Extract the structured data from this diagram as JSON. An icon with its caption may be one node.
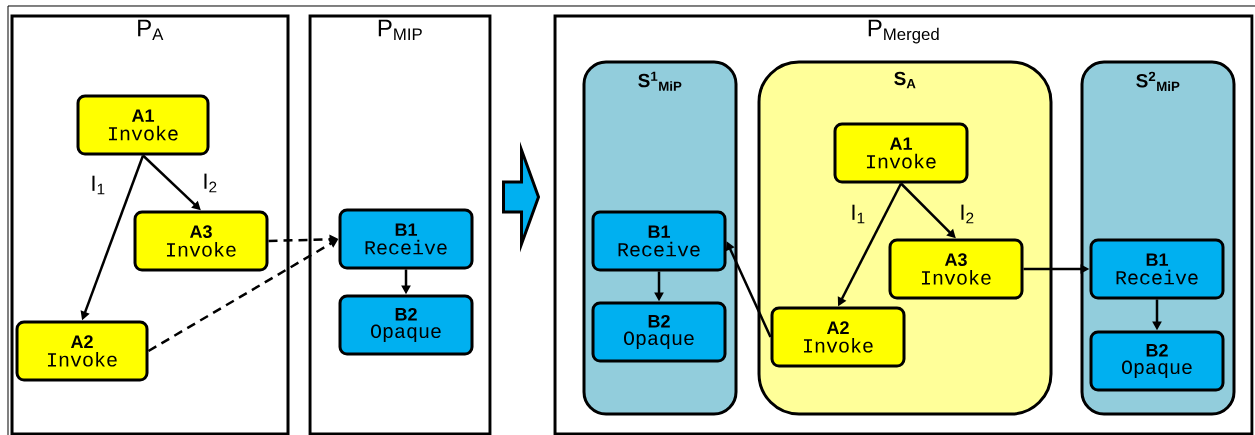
{
  "diagram": {
    "nodes": [
      {
        "text": [
          "P$_{A}$"
        ]
      },
      {
        "text": [
          "A1",
          "Invoke"
        ],
        "in": 0
      },
      {
        "text": [
          "A3",
          "Invoke"
        ],
        "in": 0
      },
      {
        "text": [
          "A2",
          "Invoke"
        ],
        "in": 0
      },
      {
        "text": [
          "P$_{MIP}$"
        ]
      },
      {
        "text": [
          "B1",
          "Receive"
        ],
        "in": 4
      },
      {
        "text": [
          "B2",
          "Opaque"
        ],
        "in": 4
      },
      {
        "text": [
          "P$_{Merged}$"
        ]
      },
      {
        "text": [
          "S$^{1}$$_{MiP}$"
        ],
        "in": 7
      },
      {
        "text": [
          "B1",
          "Receive"
        ],
        "in": 8
      },
      {
        "text": [
          "B2",
          "Opaque"
        ],
        "in": 8
      },
      {
        "text": [
          "S$_{A}$"
        ],
        "in": 7
      },
      {
        "text": [
          "A1",
          "Invoke"
        ],
        "in": 11
      },
      {
        "text": [
          "A3",
          "Invoke"
        ],
        "in": 11
      },
      {
        "text": [
          "A2",
          "Invoke"
        ],
        "in": 11
      },
      {
        "text": [
          "S$^{2}$$_{MiP}$"
        ],
        "in": 7
      },
      {
        "text": [
          "B1",
          "Receive"
        ],
        "in": 15
      },
      {
        "text": [
          "B2",
          "Opaque"
        ],
        "in": 15
      }
    ],
    "edges": [
      {
        "from": 1,
        "to": 3,
        "arrow": "to",
        "label": "I$_{1}$"
      },
      {
        "from": 1,
        "to": 2,
        "arrow": "to",
        "label": "I$_{2}$"
      },
      {
        "from": 2,
        "to": 5,
        "arrow": "to",
        "style": "dashed"
      },
      {
        "from": 3,
        "to": 5,
        "arrow": "to",
        "style": "dashed"
      },
      {
        "from": 5,
        "to": 6,
        "arrow": "to"
      },
      {
        "from": 4,
        "to": 7,
        "arrow": "to",
        "style": "thick",
        "color": "#00b0f0"
      },
      {
        "from": 9,
        "to": 10,
        "arrow": "to"
      },
      {
        "from": 12,
        "to": 14,
        "arrow": "to",
        "label": "I$_{1}$"
      },
      {
        "from": 12,
        "to": 13,
        "arrow": "to",
        "label": "I$_{2}$"
      },
      {
        "from": 14,
        "to": 9,
        "arrow": "to"
      },
      {
        "from": 13,
        "to": 16,
        "arrow": "to"
      },
      {
        "from": 16,
        "to": 17,
        "arrow": "to"
      }
    ]
  }
}
